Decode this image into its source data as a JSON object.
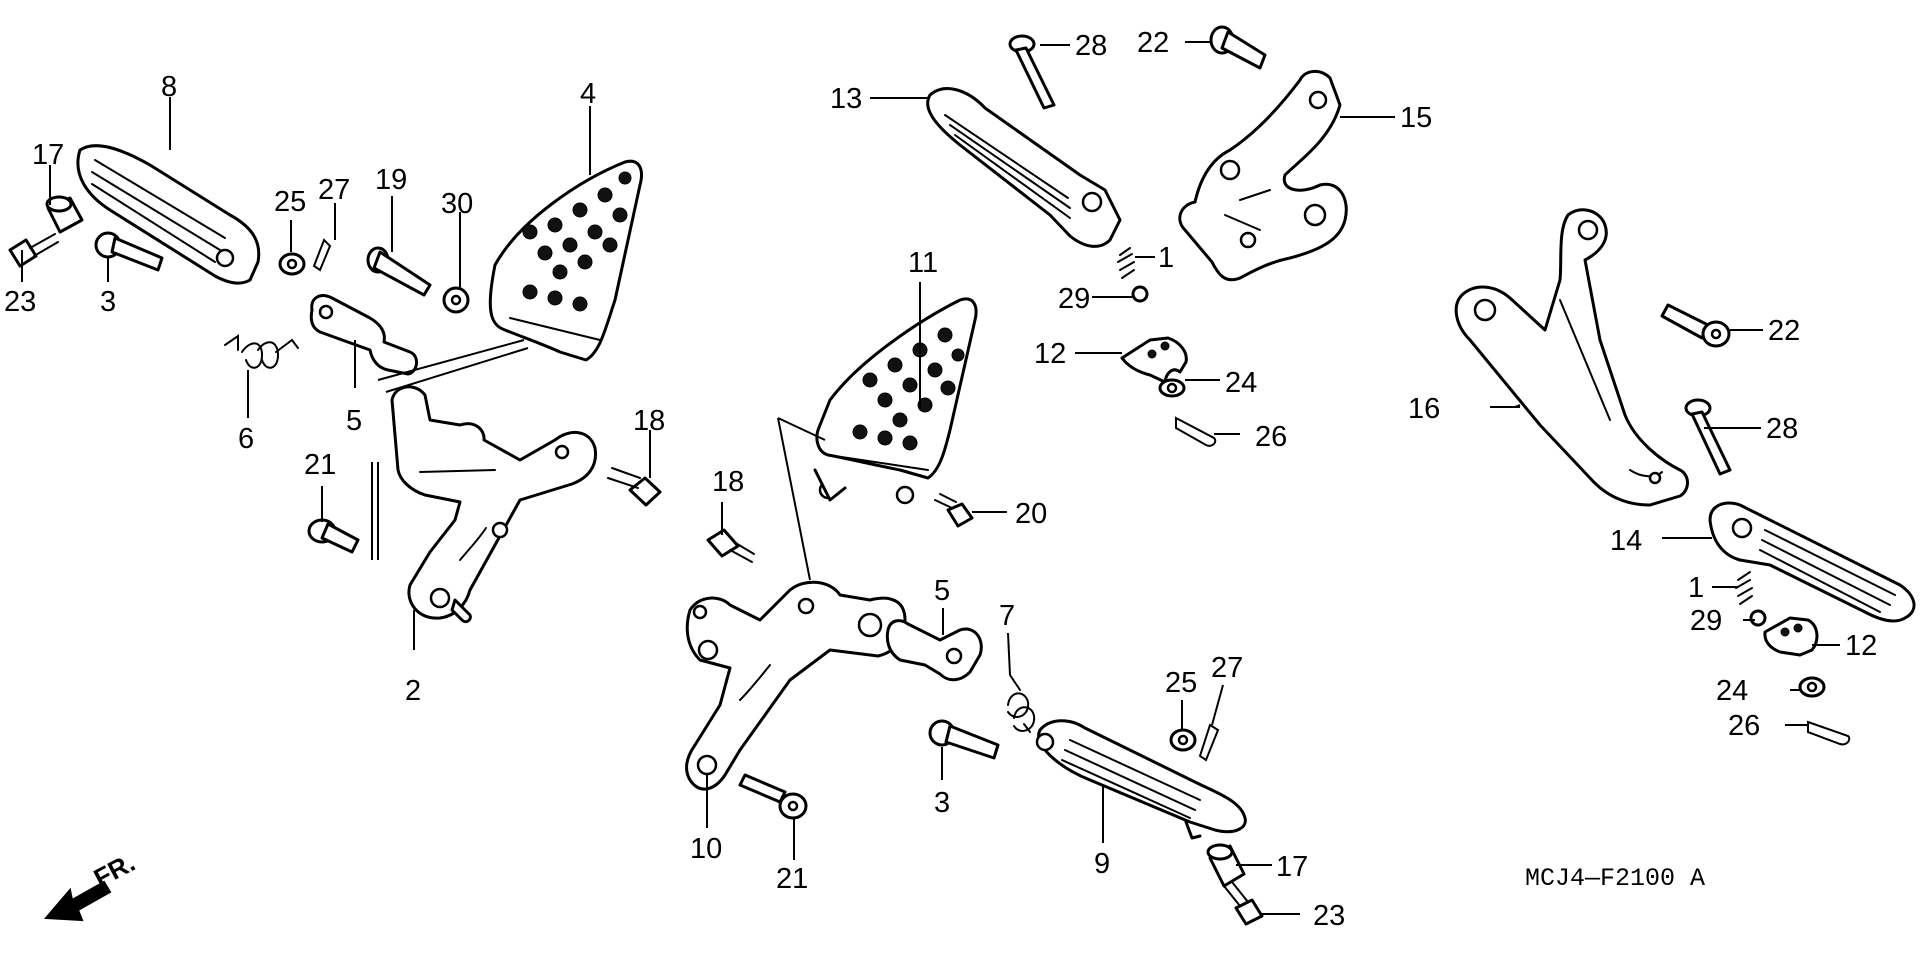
{
  "diagram": {
    "code": "MCJ4—F2100",
    "code_suffix": "A",
    "front_label": "FR.",
    "callouts": {
      "c1": "8",
      "c2": "17",
      "c3": "23",
      "c4": "3",
      "c5": "25",
      "c6": "27",
      "c7": "19",
      "c8": "30",
      "c9": "4",
      "c10": "6",
      "c11": "5",
      "c12": "21",
      "c13": "2",
      "c14": "18",
      "c15": "28",
      "c16": "22",
      "c17": "13",
      "c18": "15",
      "c19": "1",
      "c20": "29",
      "c21": "11",
      "c22": "12",
      "c23": "24",
      "c24": "26",
      "c25": "18",
      "c26": "20",
      "c27": "5",
      "c28": "7",
      "c29": "25",
      "c30": "27",
      "c31": "3",
      "c32": "10",
      "c33": "21",
      "c34": "9",
      "c35": "17",
      "c36": "23",
      "c37": "22",
      "c38": "16",
      "c39": "28",
      "c40": "14",
      "c41": "1",
      "c42": "29",
      "c43": "12",
      "c44": "24",
      "c45": "26"
    }
  }
}
